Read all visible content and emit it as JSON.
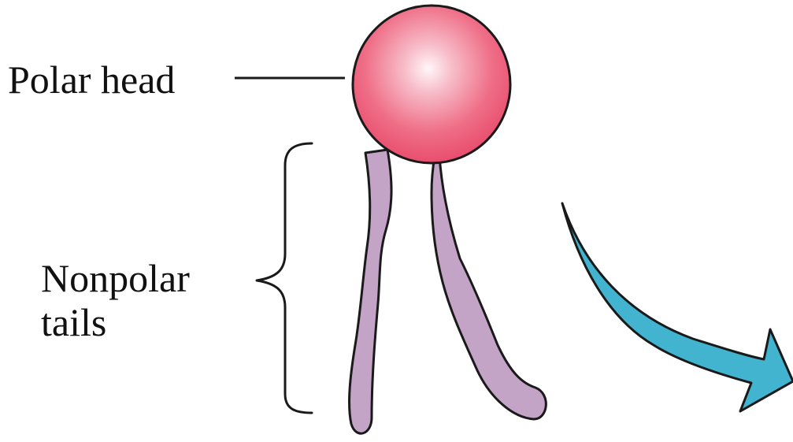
{
  "labels": {
    "polar_head": "Polar head",
    "nonpolar_tails_line1": "Nonpolar",
    "nonpolar_tails_line2": "tails"
  },
  "colors": {
    "head_fill": "#ef6f88",
    "head_highlight": "#fff6f8",
    "tail_fill": "#c3a4c7",
    "arrow_fill": "#42b4cf",
    "outline": "#1a1a1a"
  }
}
